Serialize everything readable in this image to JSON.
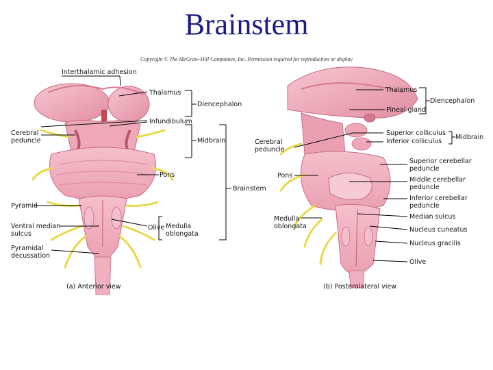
{
  "slide": {
    "title": "Brainstem",
    "copyright": "Copyright © The McGraw-Hill Companies, Inc. Permission required for reproduction or display"
  },
  "labels": {
    "interthalamic_adhesion": "Interthalamic adhesion",
    "thalamus_left": "Thalamus",
    "diencephalon_left": "Diencephalon",
    "infundibulum": "Infundibulum",
    "cerebral_peduncle_left": "Cerebral\npeduncle",
    "midbrain_left": "Midbrain",
    "pons_left": "Pons",
    "brainstem": "Brainstem",
    "pyramid": "Pyramid",
    "ventral_median_sulcus": "Ventral median\nsulcus",
    "olive_left": "Olive",
    "medulla_left": "Medulla\noblongata",
    "pyramidal_decussation": "Pyramidal\ndecussation",
    "anterior_view": "(a) Anterior view",
    "thalamus_right": "Thalamus",
    "diencephalon_right": "Diencephalon",
    "pineal_gland": "Pineal gland",
    "superior_colliculus": "Superior colliculus",
    "inferior_colliculus": "Inferior colliculus",
    "midbrain_right": "Midbrain",
    "cerebral_peduncle_mid": "Cerebral\npeduncle",
    "superior_cerebellar_peduncle": "Superior cerebellar\npeduncle",
    "pons_mid": "Pons",
    "middle_cerebellar_peduncle": "Middle cerebellar\npeduncle",
    "inferior_cerebellar_peduncle": "Inferior cerebellar\npeduncle",
    "median_sulcus": "Median sulcus",
    "medulla_mid": "Medulla\noblongata",
    "nucleus_cuneatus": "Nucleus cuneatus",
    "nucleus_gracilis": "Nucleus gracilis",
    "olive_right": "Olive",
    "posterolateral_view": "(b) Posterolateral view"
  },
  "colors": {
    "title": "#1a1a8a",
    "tissue_pink": "#f2b3c0",
    "tissue_dark": "#e48aa0",
    "nerve_yellow": "#e8d84a",
    "vessel_red": "#c83040"
  }
}
